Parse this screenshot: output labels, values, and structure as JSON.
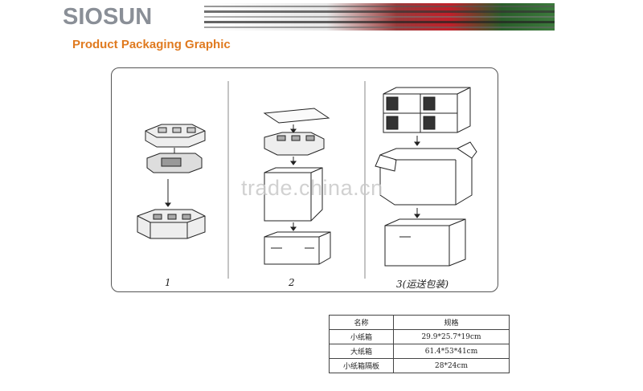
{
  "header": {
    "logo_text": "SIOSUN",
    "subtitle": "Product Packaging Graphic"
  },
  "steps": [
    {
      "label": "1"
    },
    {
      "label": "2"
    },
    {
      "label": "3(运送包装)"
    }
  ],
  "watermark": "trade.china.cn",
  "spec_table": {
    "headers": [
      "名称",
      "规格"
    ],
    "rows": [
      [
        "小纸箱",
        "29.9*25.7*19cm"
      ],
      [
        "大纸箱",
        "61.4*53*41cm"
      ],
      [
        "小纸箱隔板",
        "28*24cm"
      ]
    ]
  }
}
